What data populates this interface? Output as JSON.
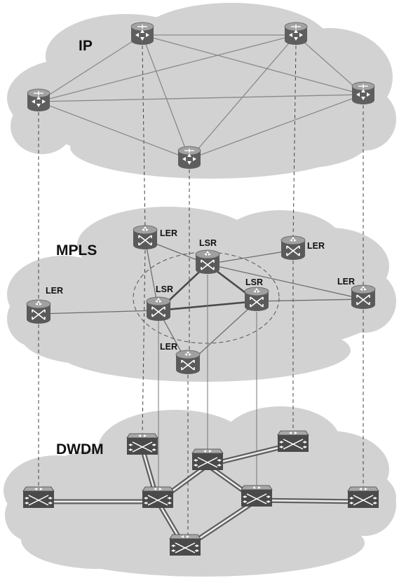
{
  "layers": {
    "ip": {
      "label": "IP"
    },
    "mpls": {
      "label": "MPLS"
    },
    "dwdm": {
      "label": "DWDM"
    }
  },
  "mpls_nodes": {
    "ler_tl": "LER",
    "lsr_top": "LSR",
    "ler_tr": "LER",
    "ler_left": "LER",
    "lsr_left": "LSR",
    "lsr_right": "LSR",
    "ler_right": "LER",
    "ler_bottom": "LER"
  },
  "colors": {
    "cloud": "#d2d2d2",
    "device_top": "#9e9e9e",
    "device_body": "#5c5c5c",
    "fiber_outer": "#5f5f5f",
    "fiber_inner": "#eeeeee"
  }
}
